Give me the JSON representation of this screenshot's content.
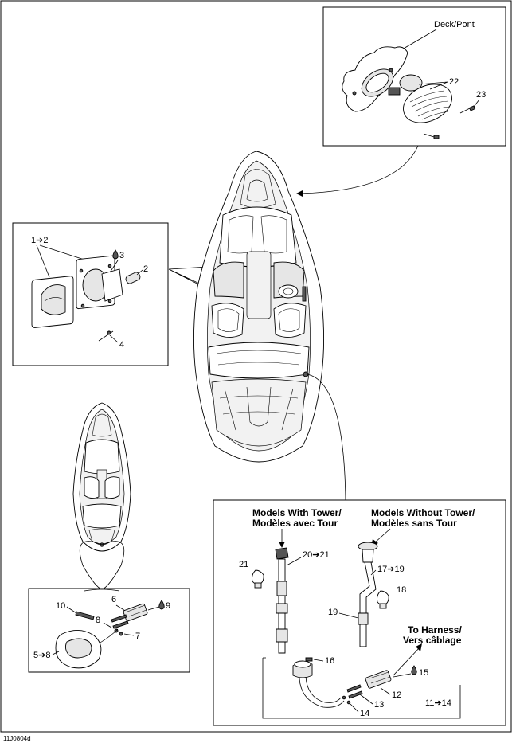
{
  "labels": {
    "deck_pont": "Deck/Pont",
    "p22": "22",
    "p23": "23",
    "p1to2": "1➔2",
    "p3": "3",
    "p2": "2",
    "p4": "4",
    "models_with_tower_1": "Models With Tower/",
    "models_with_tower_2": "Modèles avec Tour",
    "models_without_tower_1": "Models Without Tower/",
    "models_without_tower_2": "Modèles sans Tour",
    "p20to21": "20➔21",
    "p21": "21",
    "p17to19": "17➔19",
    "p18": "18",
    "p19": "19",
    "to_harness_1": "To Harness/",
    "to_harness_2": "Vers câblage",
    "p16": "16",
    "p15": "15",
    "p12": "12",
    "p13": "13",
    "p14": "14",
    "p11to14": "11➔14",
    "p10": "10",
    "p6": "6",
    "p9": "9",
    "p8": "8",
    "p7": "7",
    "p5to8": "5➔8",
    "diagram_id": "11J0804d"
  },
  "icons": {
    "sealant_drop": "drop-icon"
  }
}
